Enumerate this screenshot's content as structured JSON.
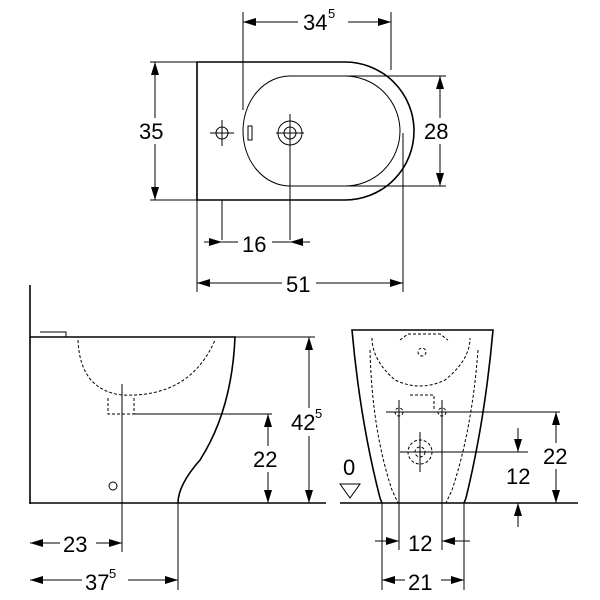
{
  "top_view": {
    "dims": {
      "width_bowl": {
        "main": "34",
        "sup": "5"
      },
      "depth_total": "35",
      "depth_bowl": "28",
      "offset": "16",
      "length_total": "51"
    }
  },
  "side_view": {
    "dims": {
      "height": {
        "main": "42",
        "sup": "5"
      },
      "outlet_height": "22",
      "outlet_distance": "23",
      "base_length": {
        "main": "37",
        "sup": "5"
      }
    }
  },
  "front_view": {
    "dims": {
      "floor_level": "0",
      "outlet_height": "22",
      "connection_height": "12",
      "connection_spacing": "12",
      "base_width": "21"
    }
  }
}
